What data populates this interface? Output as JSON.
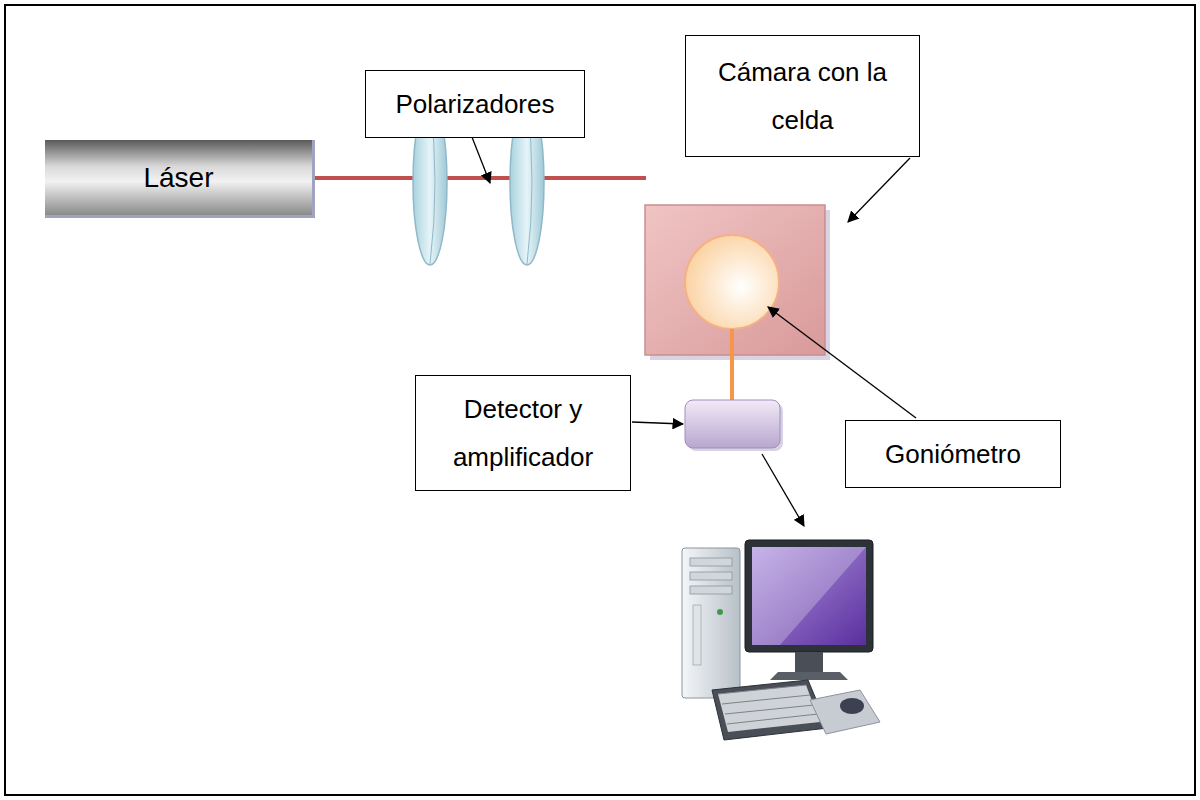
{
  "diagram": {
    "nodes": [
      {
        "text": [
          "Cámara con la celda"
        ]
      },
      {
        "text": [
          "Polarizadores"
        ]
      },
      {
        "text": [
          "Láser"
        ]
      },
      {
        "text": [
          "Detector y amplificador"
        ]
      },
      {
        "text": [
          "Goniómetro"
        ]
      }
    ]
  }
}
